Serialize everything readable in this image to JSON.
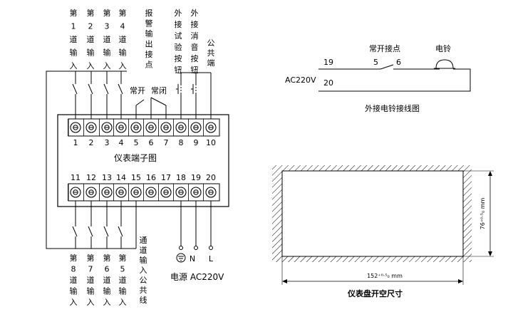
{
  "top_channels": [
    "第1道输入",
    "第2道输入",
    "第3道输入",
    "第4道输入"
  ],
  "alarm_out": "报警输出接点",
  "ext_test": "外接试验按钮",
  "ext_mute": "外接消音按钮",
  "common_term": "公共端",
  "no_label": "常开",
  "nc_label": "常闭",
  "top_terms": [
    "1",
    "2",
    "3",
    "4",
    "5",
    "6",
    "7",
    "8",
    "9",
    "10"
  ],
  "panel_title": "仪表端子图",
  "bottom_terms": [
    "11",
    "12",
    "13",
    "14",
    "15",
    "16",
    "17",
    "18",
    "19",
    "20"
  ],
  "bottom_channels": [
    "第8道输入",
    "第7道输入",
    "第6道输入",
    "第5道输入"
  ],
  "common_line": "通道输入公共线",
  "power_n": "N",
  "power_l": "L",
  "power_label": "电源 AC220V",
  "bell": {
    "t19": "19",
    "t20": "20",
    "voltage": "AC220V",
    "contact_label": "常开接点",
    "c5": "5",
    "c6": "6",
    "bell_label": "电铃",
    "caption": "外接电铃接线图"
  },
  "cutout": {
    "height_dim": "76⁺⁰·⁵₀ mm",
    "width_dim": "152⁺⁰·⁵₀ mm",
    "caption": "仪表盘开空尺寸"
  }
}
